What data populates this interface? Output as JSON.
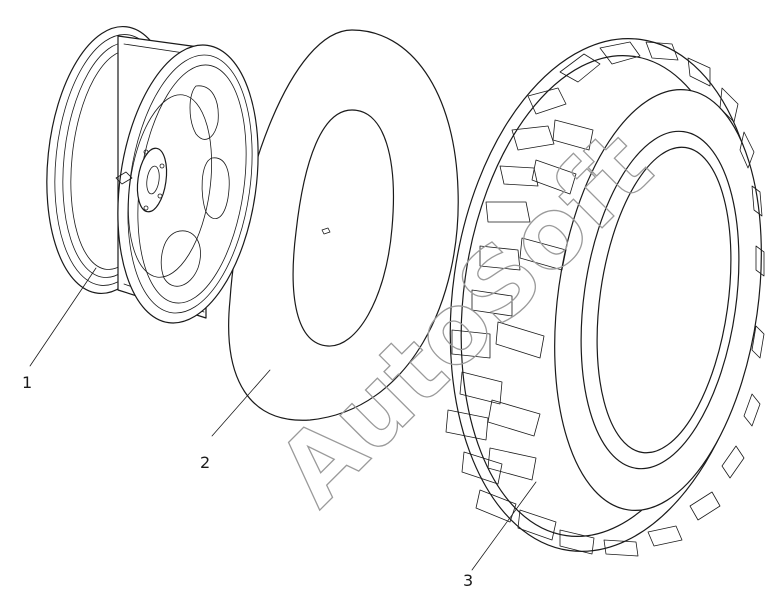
{
  "callouts": [
    {
      "label": "1",
      "part": "wheel-rim"
    },
    {
      "label": "2",
      "part": "inner-tube"
    },
    {
      "label": "3",
      "part": "tractor-tire"
    }
  ],
  "watermark": "AutoSoft",
  "colors": {
    "line": "#1a1a1a",
    "watermark": "#9a9a9a",
    "background": "#ffffff"
  }
}
